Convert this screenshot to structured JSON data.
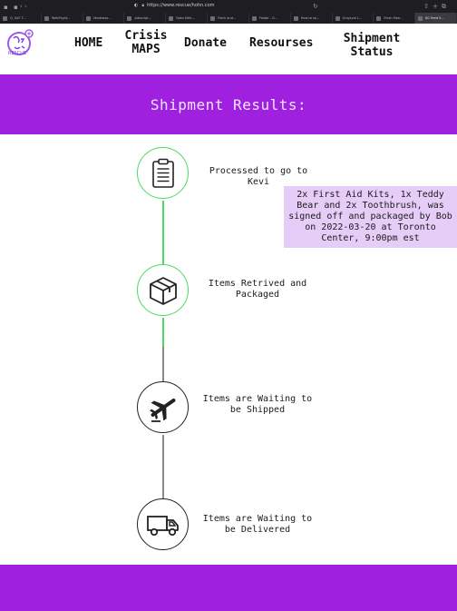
{
  "browser": {
    "address": "https://www.rescue/hohn.com",
    "tabs": [
      "Q, NLF T...",
      "WebFlight...",
      "Vendesse...",
      "Jobscript...",
      "Data Editi...",
      "Flock and...",
      "Folder - G...",
      "How to se...",
      "Grayscal L...",
      "Fresh Mee...",
      "80 Feed S..."
    ],
    "active_tab_index": 10
  },
  "header": {
    "logo_text": "RESCUE",
    "nav": {
      "home": "HOME",
      "crisis_line1": "Crisis",
      "crisis_line2": "MAPS",
      "donate": "Donate",
      "resources": "Resourses",
      "shipment_line1": "Shipment",
      "shipment_line2": "Status"
    }
  },
  "banner": {
    "title": "Shipment Results:"
  },
  "timeline": {
    "steps": [
      {
        "label": "Processed to go to Kevi",
        "icon": "clipboard-icon",
        "status": "done"
      },
      {
        "label": "Items Retrived and Packaged",
        "icon": "package-icon",
        "status": "done"
      },
      {
        "label": "Items are Waiting to be Shipped",
        "icon": "airplane-icon",
        "status": "pending"
      },
      {
        "label": "Items are Waiting to be Delivered",
        "icon": "truck-icon",
        "status": "pending"
      }
    ],
    "tooltip": "2x First Aid Kits, 1x Teddy Bear and 2x Toothbrush, was signed off and packaged by Bob on 2022-03-20 at Toronto Center, 9:00pm est"
  },
  "colors": {
    "accent_purple": "#a020e0",
    "tooltip_bg": "#e6cdf7",
    "complete_green": "#4cd964",
    "pending_dark": "#222222"
  }
}
